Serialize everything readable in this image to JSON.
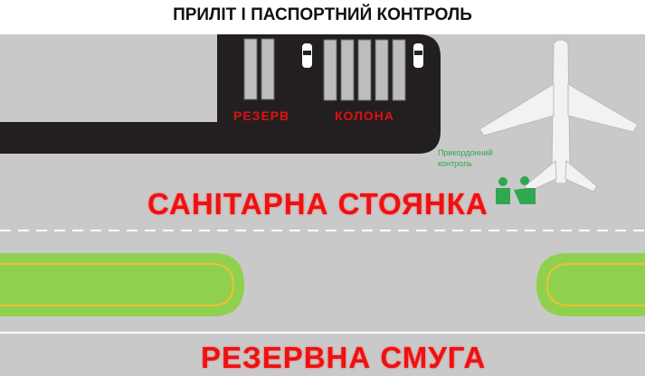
{
  "title": "ПРИЛІТ І ПАСПОРТНИЙ КОНТРОЛЬ",
  "labels": {
    "reserve": "РЕЗЕРВ",
    "column": "КОЛОНА",
    "sanitary_parking": "САНІТАРНА СТОЯНКА",
    "reserve_lane": "РЕЗЕРВНА СМУГА",
    "border_control_line1": "Прикордонний",
    "border_control_line2": "контроль"
  },
  "colors": {
    "red": "#ee1111",
    "green": "#2fa84f",
    "apron": "#231f20",
    "grass": "#8fd14f",
    "marking": "#f0c030"
  }
}
